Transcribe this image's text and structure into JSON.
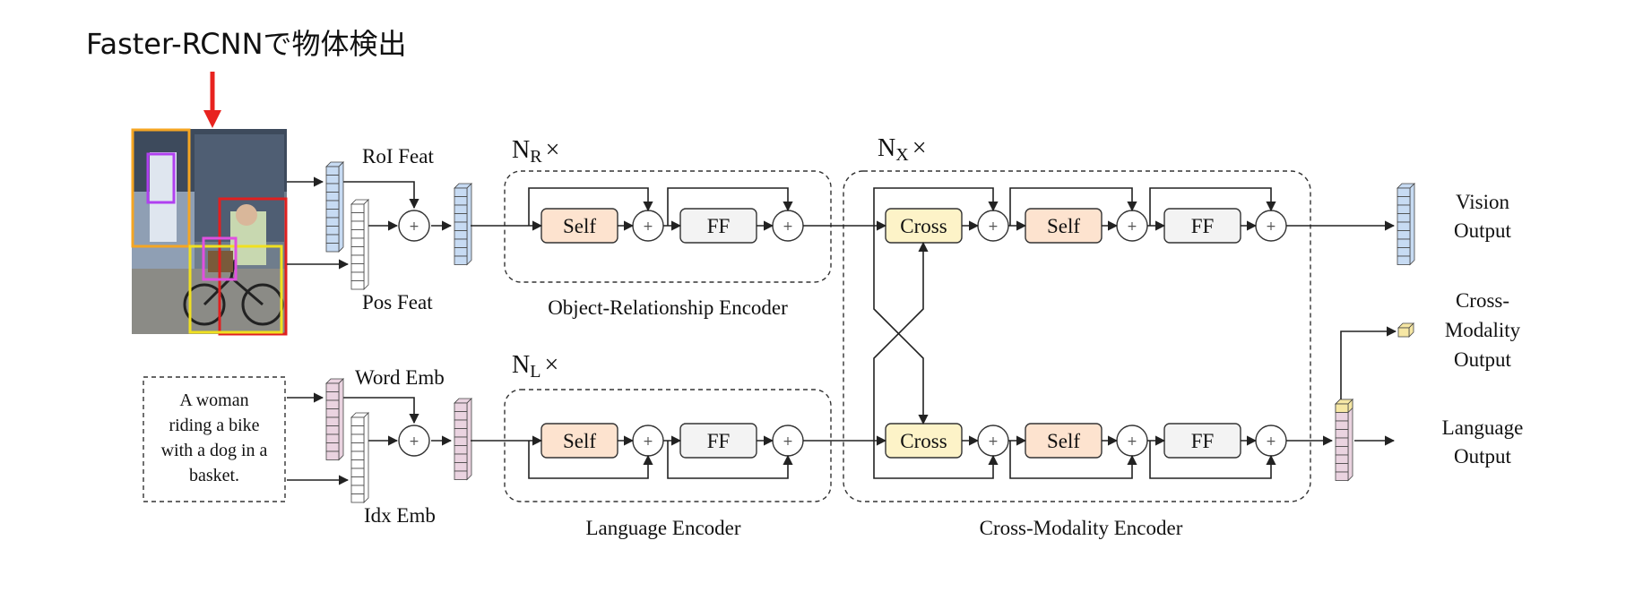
{
  "header": {
    "caption": "Faster-RCNNで物体検出",
    "arrow_color": "#e8231f"
  },
  "inputs": {
    "roi_feat": "RoI Feat",
    "pos_feat": "Pos Feat",
    "word_emb": "Word Emb",
    "idx_emb": "Idx Emb",
    "sentence_lines": [
      "A woman",
      "riding a bike",
      "with a dog in a",
      "basket."
    ]
  },
  "repeat_labels": {
    "r": {
      "main": "N",
      "sub": "R",
      "suffix": "×"
    },
    "l": {
      "main": "N",
      "sub": "L",
      "suffix": "×"
    },
    "x": {
      "main": "N",
      "sub": "X",
      "suffix": "×"
    }
  },
  "blocks": {
    "self": "Self",
    "ff": "FF",
    "cross": "Cross",
    "add_symbol": "+"
  },
  "encoders": {
    "object_relationship": "Object-Relationship Encoder",
    "language": "Language Encoder",
    "cross_modality": "Cross-Modality Encoder"
  },
  "outputs": {
    "vision": [
      "Vision",
      "Output"
    ],
    "cross_modality": [
      "Cross-",
      "Modality",
      "Output"
    ],
    "language": [
      "Language",
      "Output"
    ]
  },
  "colors": {
    "self_fill": "#fde3cf",
    "ff_fill": "#f3f3f3",
    "cross_fill": "#fdf3c8",
    "vision_feature": "#c7dbf3",
    "language_feature": "#ead3e0",
    "cls_feature": "#f6e7a4"
  },
  "photo": {
    "box_colors": [
      "#f5a623",
      "#b040f0",
      "#e02020",
      "#f0e020",
      "#e050e0"
    ]
  }
}
